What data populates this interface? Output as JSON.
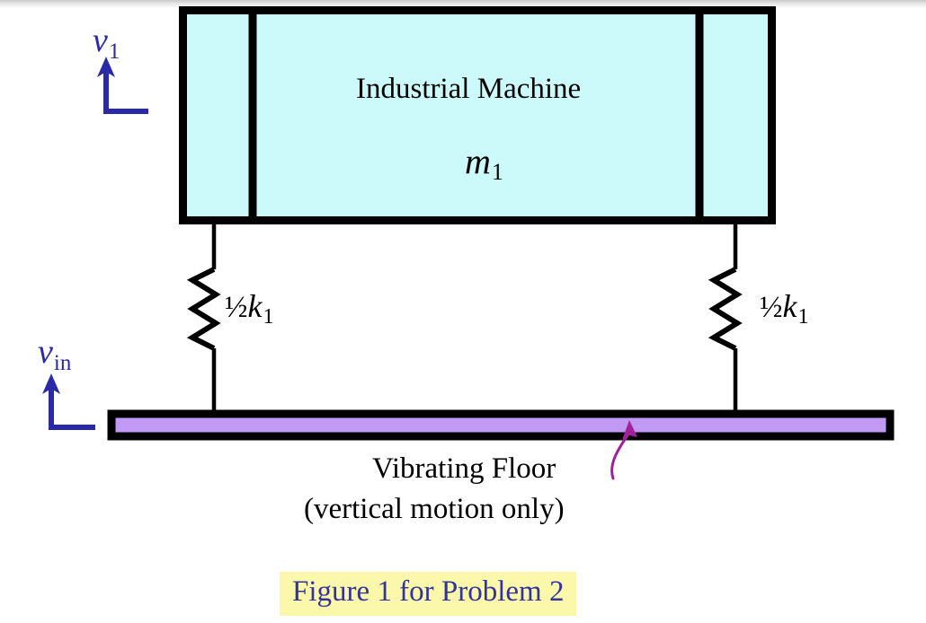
{
  "figure": {
    "machine": {
      "title": "Industrial Machine",
      "mass_symbol": "m",
      "mass_subscript": "1",
      "fill_color": "#ccfafa",
      "border_color": "#000000"
    },
    "springs": [
      {
        "id": "left",
        "fraction": "½",
        "symbol": "k",
        "subscript": "1",
        "full_label": "½k₁"
      },
      {
        "id": "right",
        "fraction": "½",
        "symbol": "k",
        "subscript": "1",
        "full_label": "½k₁"
      }
    ],
    "velocity_arrows": [
      {
        "id": "v1",
        "symbol": "v",
        "subscript": "1",
        "full_label": "v₁",
        "color": "#2a2aa8",
        "direction": "up"
      },
      {
        "id": "vin",
        "symbol": "v",
        "subscript": "in",
        "full_label": "v_in",
        "color": "#2a2aa8",
        "direction": "up"
      }
    ],
    "floor": {
      "caption_line_1": "Vibrating Floor",
      "caption_line_2": "(vertical motion only)",
      "fill_color": "#c19af5",
      "border_color": "#000000",
      "pointer_color": "#a0229a"
    },
    "caption": {
      "text": "Figure 1 for Problem 2",
      "text_color": "#33339c",
      "highlight_color": "#fbf8ab"
    }
  }
}
